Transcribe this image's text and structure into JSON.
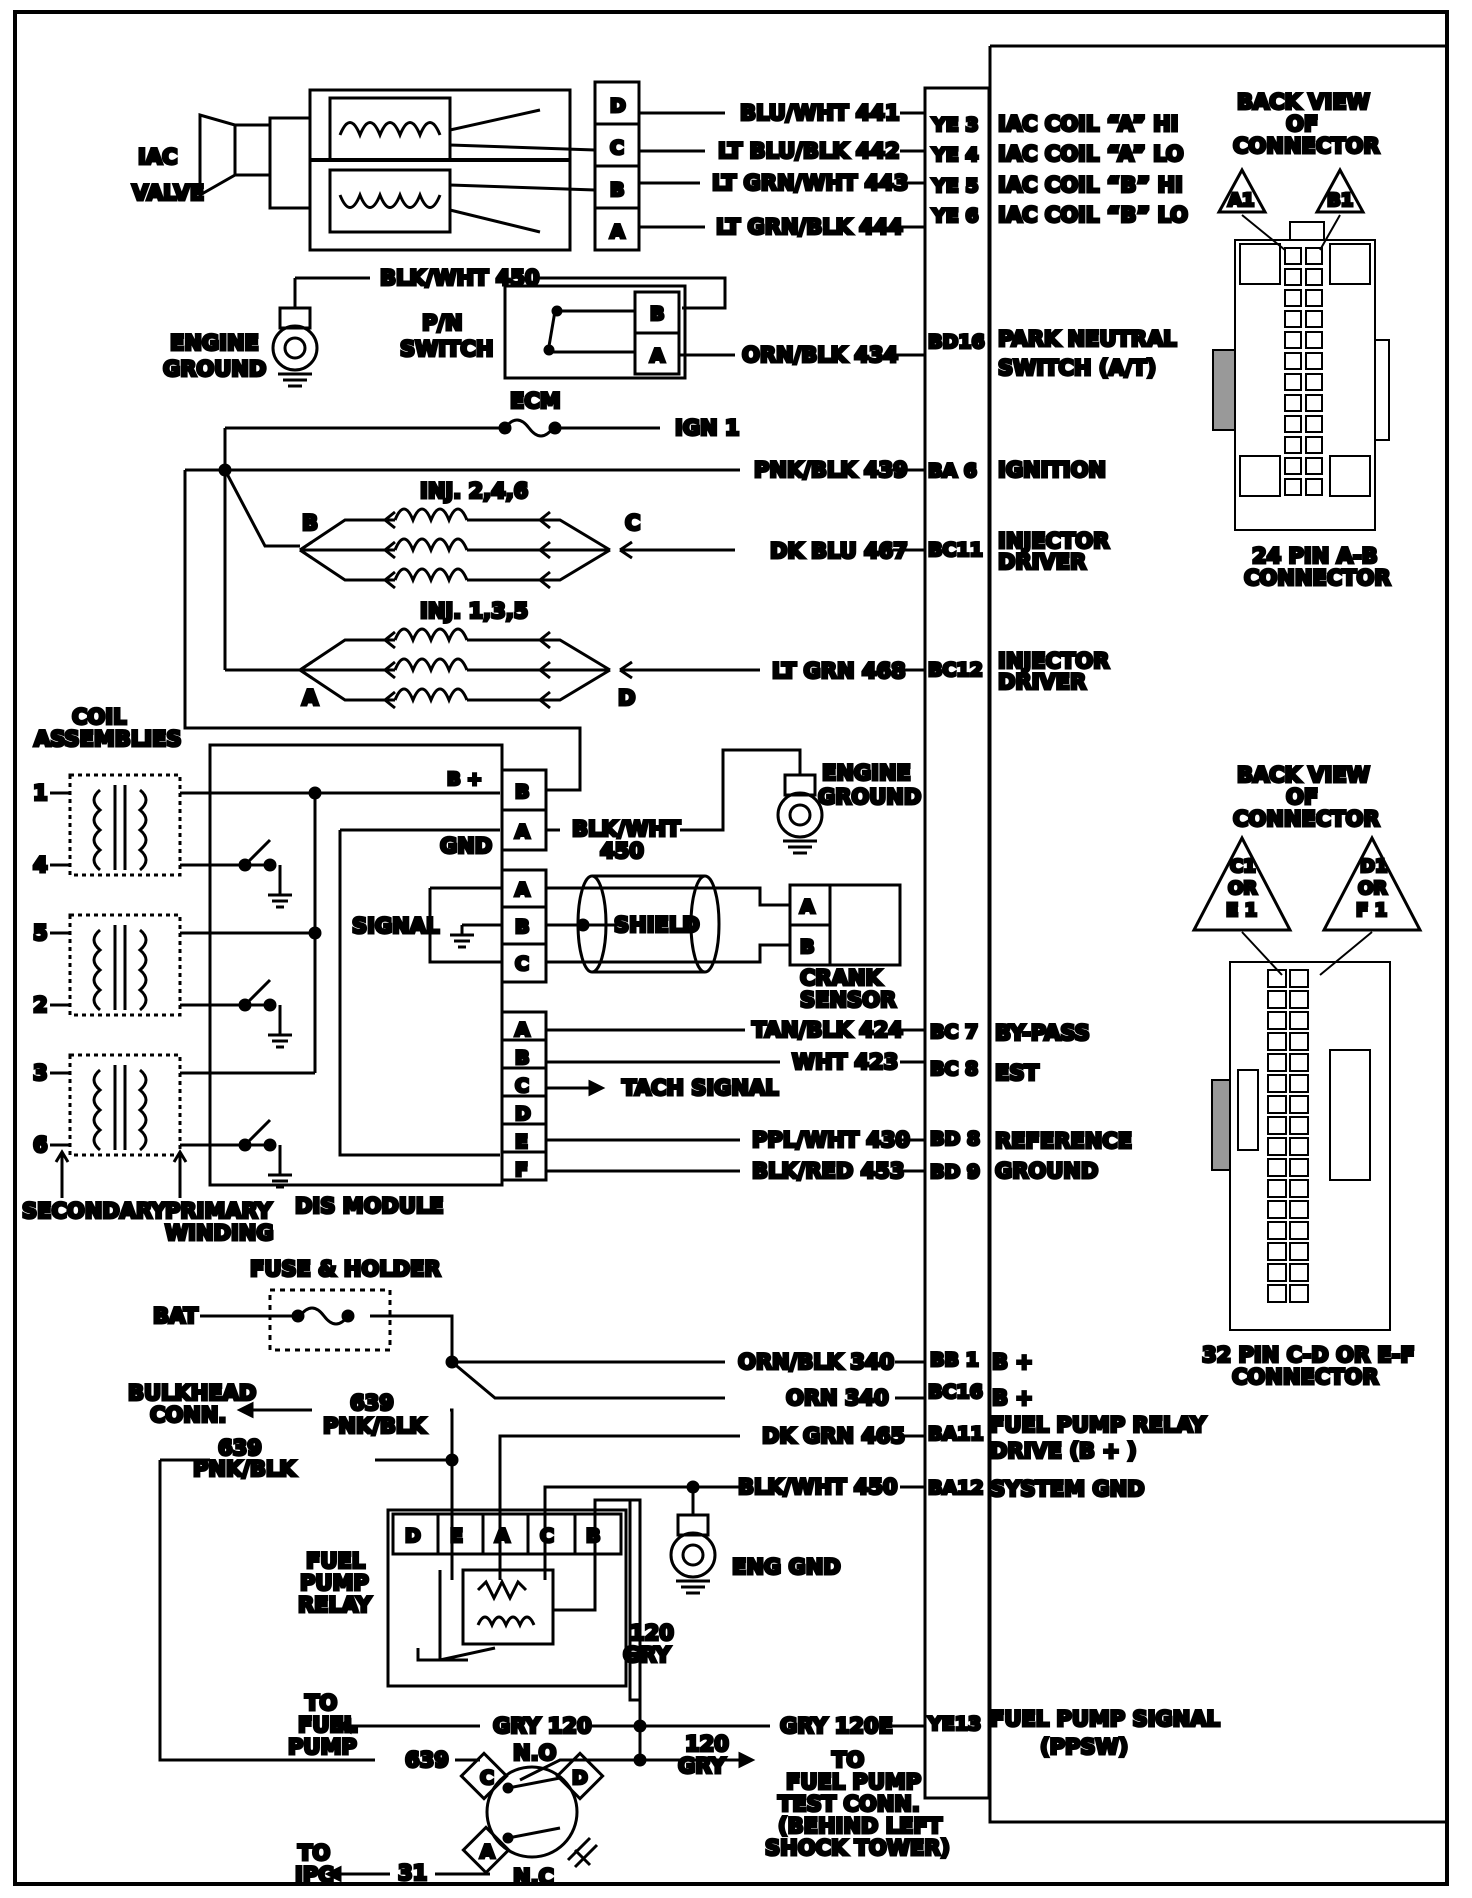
{
  "diagram": {
    "iac_valve": {
      "label_1": "IAC",
      "label_2": "VALVE",
      "pins": [
        "D",
        "C",
        "B",
        "A"
      ]
    },
    "wires_top": [
      {
        "wire": "BLU/WHT  441",
        "ecm_pin": "YE 3",
        "function": "IAC COIL “A” HI"
      },
      {
        "wire": "LT BLU/BLK  442",
        "ecm_pin": "YE 4",
        "function": "IAC COIL “A” LO"
      },
      {
        "wire": "LT GRN/WHT 443",
        "ecm_pin": "YE 5",
        "function": "IAC COIL “B” HI"
      },
      {
        "wire": "LT GRN/BLK  444",
        "ecm_pin": "YE 6",
        "function": "IAC COIL “B” LO"
      }
    ],
    "pn_switch": {
      "wire_top": "BLK/WHT 450",
      "label_1": "P/N",
      "label_2": "SWITCH",
      "pins": [
        "B",
        "A"
      ],
      "wire": "ORN/BLK  434",
      "ecm_pin": "BD16",
      "function_1": "PARK NEUTRAL",
      "function_2": "SWITCH (A/T)"
    },
    "engine_ground_1": {
      "label_1": "ENGINE",
      "label_2": "GROUND"
    },
    "ecm_fuse": {
      "label": "ECM",
      "wire": "IGN 1"
    },
    "ignition": {
      "wire": "PNK/BLK 439",
      "ecm_pin": "BA 6",
      "function": "IGNITION"
    },
    "injectors_246": {
      "label": "INJ. 2,4,6",
      "left": "B",
      "right": "C",
      "wire": "DK BLU 467",
      "ecm_pin": "BC11",
      "function_1": "INJECTOR",
      "function_2": "DRIVER"
    },
    "injectors_135": {
      "label": "INJ. 1,3,5",
      "left": "A",
      "right": "D",
      "wire": "LT GRN 468",
      "ecm_pin": "BC12",
      "function_1": "INJECTOR",
      "function_2": "DRIVER"
    },
    "coil_assemblies": {
      "title_1": "COIL",
      "title_2": "ASSEMBLIES",
      "numbers": [
        "1",
        "4",
        "5",
        "2",
        "3",
        "6"
      ],
      "secondary": "SECONDARY",
      "primary_1": "PRIMARY",
      "primary_2": "WINDING"
    },
    "dis_module": {
      "title": "DIS MODULE",
      "b_plus": "B +",
      "gnd": "GND",
      "signal": "SIGNAL",
      "pins_top": [
        "B",
        "A"
      ],
      "pins_mid": [
        "A",
        "B",
        "C"
      ],
      "pins_low": [
        "A",
        "B",
        "C",
        "D",
        "E",
        "F"
      ],
      "wire_gnd_1": "BLK/WHT",
      "wire_gnd_2": "450",
      "tach": "TACH SIGNAL"
    },
    "engine_ground_2": {
      "label_1": "ENGINE",
      "label_2": "GROUND"
    },
    "crank_sensor": {
      "shield": "SHIELD",
      "pins": [
        "A",
        "B"
      ],
      "label_1": "CRANK",
      "label_2": "SENSOR"
    },
    "dis_wires": [
      {
        "wire": "TAN/BLK 424",
        "ecm_pin": "BC 7",
        "function": "BY-PASS"
      },
      {
        "wire": "WHT 423",
        "ecm_pin": "BC 8",
        "function": "EST"
      },
      {
        "wire": "PPL/WHT 430",
        "ecm_pin": "BD 8",
        "function": "REFERENCE"
      },
      {
        "wire": "BLK/RED 453",
        "ecm_pin": "BD 9",
        "function": "GROUND"
      }
    ],
    "fuse_holder": {
      "label": "FUSE & HOLDER",
      "bat": "BAT"
    },
    "power_wires": [
      {
        "wire": "ORN/BLK 340",
        "ecm_pin": "BB 1",
        "function": "B +"
      },
      {
        "wire": "ORN  340",
        "ecm_pin": "BC16",
        "function": "B +"
      }
    ],
    "bulkhead": {
      "label_1": "BULKHEAD",
      "label_2": "CONN.",
      "wire_1": "639",
      "wire_2": "PNK/BLK",
      "wire_3": "639",
      "wire_4": "PNK/BLK"
    },
    "fuel_pump_relay": {
      "label_1": "FUEL",
      "label_2": "PUMP",
      "label_3": "RELAY",
      "pins": [
        "D",
        "E",
        "A",
        "C",
        "B"
      ],
      "wire": "DK GRN 465",
      "ecm_pin": "BA11",
      "function_1": "FUEL PUMP RELAY",
      "function_2": "DRIVE (B + )"
    },
    "system_gnd": {
      "wire": "BLK/WHT 450",
      "ecm_pin": "BA12",
      "function": "SYSTEM GND",
      "eng_gnd": "ENG GND"
    },
    "fuel_pump": {
      "to_1": "TO",
      "to_2": "FUEL",
      "to_3": "PUMP",
      "wire_gry": "GRY 120",
      "gry_v_1": "120",
      "gry_v_2": "GRY",
      "gry_r_1": "120",
      "gry_r_2": "GRY",
      "ecm_wire": "GRY 120E",
      "ecm_pin": "YE13",
      "function_1": "FUEL PUMP SIGNAL",
      "function_2": "(PPSW)",
      "test_1": "TO",
      "test_2": "FUEL PUMP",
      "test_3": "TEST CONN.",
      "test_4": "(BEHIND LEFT",
      "test_5": "SHOCK TOWER)"
    },
    "oil_switch": {
      "wire_639": "639",
      "pins": [
        "C",
        "D",
        "A"
      ],
      "no": "N.O",
      "nc": "N.C",
      "ipc_1": "TO",
      "ipc_2": "IPC",
      "wire_31": "31"
    },
    "connector_ab": {
      "title_1": "BACK VIEW",
      "title_2": "OF",
      "title_3": "CONNECTOR",
      "tri_1": "A1",
      "tri_2": "B1",
      "caption_1": "24 PIN  A-B",
      "caption_2": "CONNECTOR"
    },
    "connector_cdef": {
      "title_1": "BACK VIEW",
      "title_2": "OF",
      "title_3": "CONNECTOR",
      "tri_1a": "C1",
      "tri_1b": "OR",
      "tri_1c": "E 1",
      "tri_2a": "D1",
      "tri_2b": "OR",
      "tri_2c": "F 1",
      "caption_1": "32  PIN C-D OR E-F",
      "caption_2": "CONNECTOR"
    }
  }
}
